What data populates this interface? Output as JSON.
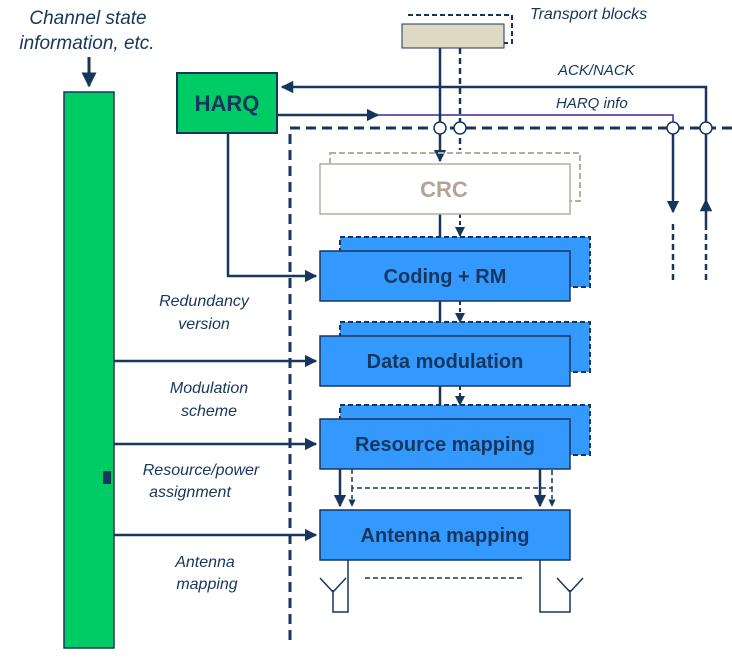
{
  "labels": {
    "csi_line1": "Channel state",
    "csi_line2": "information, etc.",
    "transport_blocks": "Transport blocks",
    "ack_nack": "ACK/NACK",
    "harq_info": "HARQ info",
    "redundancy_line1": "Redundancy",
    "redundancy_line2": "version",
    "modulation_line1": "Modulation",
    "modulation_line2": "scheme",
    "resource_line1": "Resource/power",
    "resource_line2": "assignment",
    "antenna_line1": "Antenna",
    "antenna_line2": "mapping"
  },
  "blocks": {
    "harq": "HARQ",
    "crc": "CRC",
    "coding": "Coding + RM",
    "modulation": "Data modulation",
    "resource_mapping": "Resource mapping",
    "antenna_mapping": "Antenna mapping"
  },
  "colors": {
    "navy": "#17365d",
    "green": "#00cc66",
    "blue": "#3399ff",
    "crc_border": "#b8aca0",
    "crc_text": "#b3a496",
    "tb_fill": "#ddd9c3",
    "purple_line": "#3a2a9a"
  }
}
